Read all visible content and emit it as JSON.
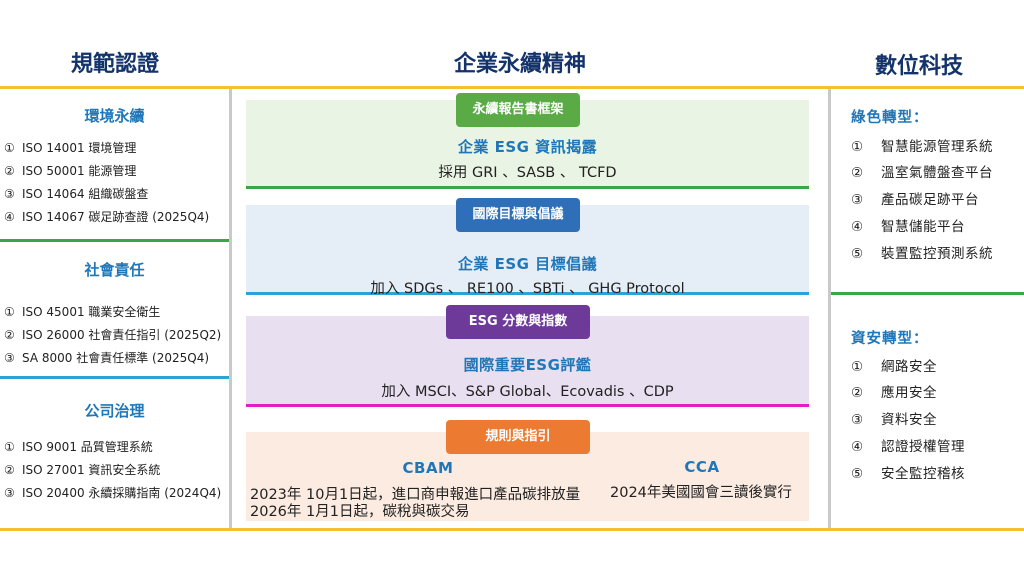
{
  "headers": {
    "left": "規範認證",
    "center": "企業永續精神",
    "right": "數位科技"
  },
  "left": {
    "sections": [
      {
        "title": "環境永續",
        "items": [
          {
            "num": "①",
            "text": "ISO 14001 環境管理"
          },
          {
            "num": "②",
            "text": "ISO 50001 能源管理"
          },
          {
            "num": "③",
            "text": "ISO 14064 組織碳盤查"
          },
          {
            "num": "④",
            "text": "ISO 14067 碳足跡查證 (2025Q4)"
          }
        ]
      },
      {
        "title": "社會責任",
        "items": [
          {
            "num": "①",
            "text": "ISO 45001 職業安全衛生"
          },
          {
            "num": "②",
            "text": "ISO 26000 社會責任指引 (2025Q2)"
          },
          {
            "num": "③",
            "text": "SA 8000 社會責任標準 (2025Q4)"
          }
        ]
      },
      {
        "title": "公司治理",
        "items": [
          {
            "num": "①",
            "text": "ISO 9001 品質管理系統"
          },
          {
            "num": "②",
            "text": "ISO 27001 資訊安全系統"
          },
          {
            "num": "③",
            "text": "ISO 20400 永續採購指南 (2024Q4)"
          }
        ]
      }
    ]
  },
  "center": {
    "blocks": [
      {
        "badge": "永續報告書框架",
        "badge_color": "#5aaa46",
        "bg": "#e9f4e4",
        "line_color": "#3aa64a",
        "title": "企業  ESG  資訊揭露",
        "text": "採用 GRI 、SASB  、 TCFD"
      },
      {
        "badge": "國際目標與倡議",
        "badge_color": "#2e6fb8",
        "bg": "#e5edf7",
        "line_color": "#2aa4d8",
        "title": "企業  ESG  目標倡議",
        "text": "加入 SDGs  、  RE100  、SBTi  、  GHG Protocol"
      },
      {
        "badge": "ESG 分數與指數",
        "badge_color": "#6e3a9a",
        "bg": "#e8dff0",
        "line_color": "#e020c0",
        "title": "國際重要ESG評鑑",
        "text": "加入 MSCI、S&P Global、Ecovadis 、CDP"
      },
      {
        "badge": "規則與指引",
        "badge_color": "#ec7a30",
        "bg": "#fbebe0",
        "cbam_title": "CBAM",
        "cbam_line1": "2023年 10月1日起，進口商申報進口產品碳排放量",
        "cbam_line2": "2026年 1月1日起，碳稅與碳交易",
        "cca_title": "CCA",
        "cca_line1": "2024年美國國會三讀後實行"
      }
    ]
  },
  "right": {
    "sections": [
      {
        "title": "綠色轉型：",
        "items": [
          {
            "num": "①",
            "text": "智慧能源管理系統"
          },
          {
            "num": "②",
            "text": "溫室氣體盤查平台"
          },
          {
            "num": "③",
            "text": "產品碳足跡平台"
          },
          {
            "num": "④",
            "text": "智慧儲能平台"
          },
          {
            "num": "⑤",
            "text": "裝置監控預測系統"
          }
        ]
      },
      {
        "title": "資安轉型：",
        "items": [
          {
            "num": "①",
            "text": "網路安全"
          },
          {
            "num": "②",
            "text": "應用安全"
          },
          {
            "num": "③",
            "text": "資料安全"
          },
          {
            "num": "④",
            "text": "認證授權管理"
          },
          {
            "num": "⑤",
            "text": "安全監控稽核"
          }
        ]
      }
    ]
  },
  "colors": {
    "header_text": "#14336b",
    "gold_line": "#f2c12e",
    "section_title": "#1f77b9",
    "divider_green": "#3aa64a",
    "divider_blue": "#2aa4d8"
  }
}
